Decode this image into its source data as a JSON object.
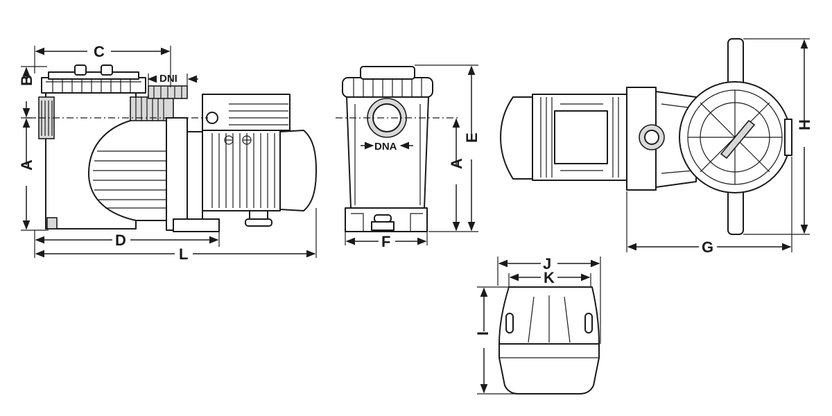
{
  "labels": {
    "a": "A",
    "b": "B",
    "c": "C",
    "d": "D",
    "l": "L",
    "dni": "DNI",
    "dna": "DNA",
    "e": "E",
    "f": "F",
    "g": "G",
    "h": "H",
    "i": "I",
    "j": "J",
    "k": "K"
  },
  "colors": {
    "line": "#1a1a1a",
    "background": "#ffffff",
    "shade": "#d9d9d9"
  }
}
